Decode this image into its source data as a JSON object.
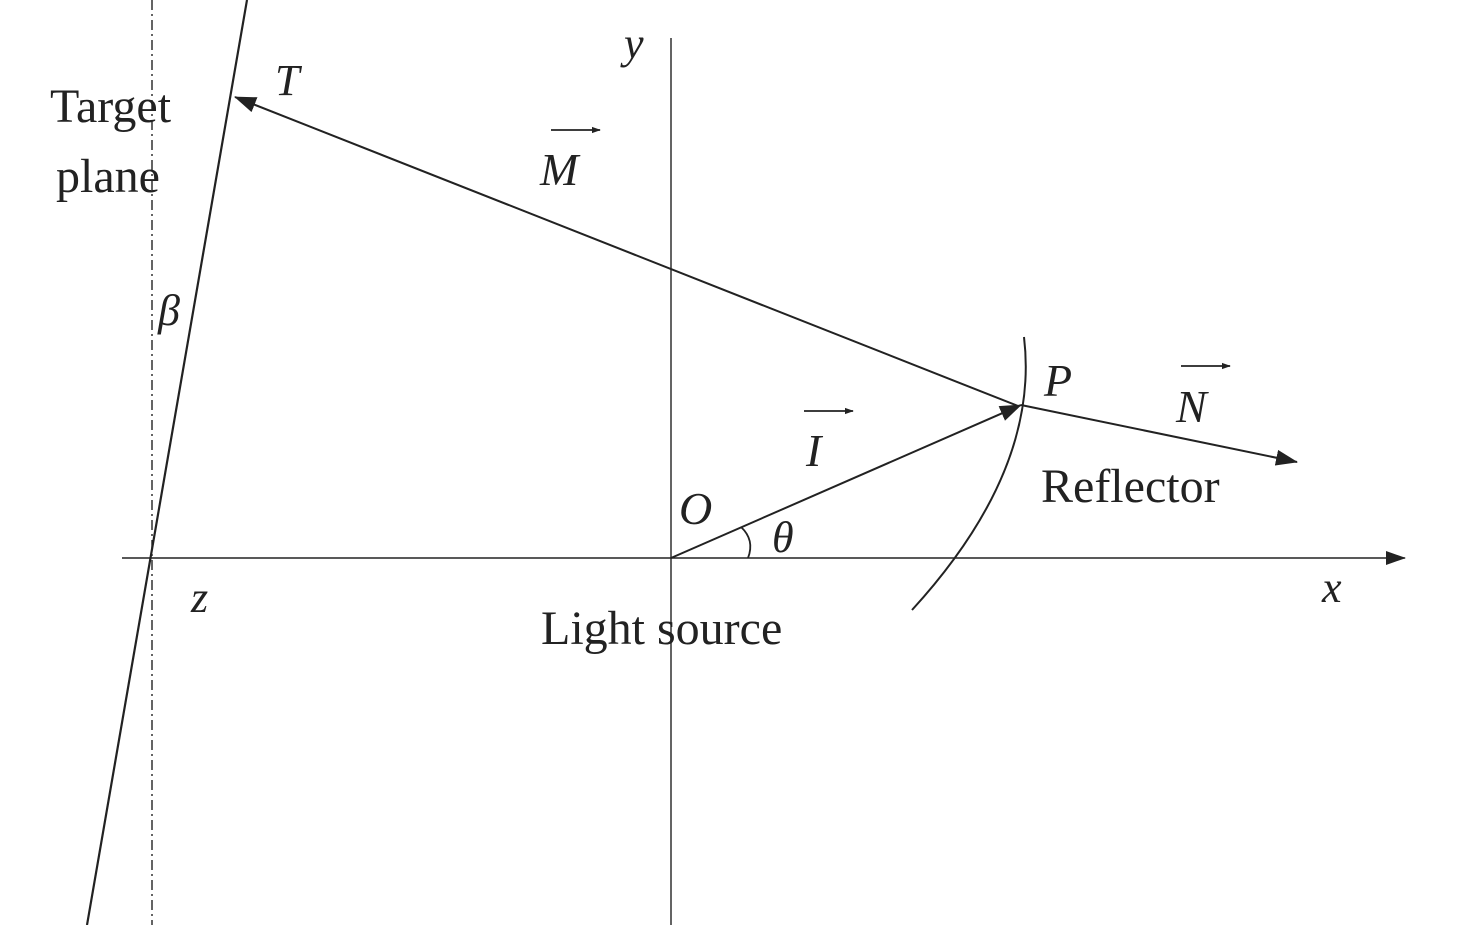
{
  "diagram": {
    "labels": {
      "y_axis": "y",
      "x_axis": "x",
      "z_axis": "z",
      "target_point": "T",
      "target_plane_line1": "Target",
      "target_plane_line2": "plane",
      "vector_m": "M",
      "vector_i": "I",
      "vector_n": "N",
      "point_p": "P",
      "origin": "O",
      "angle_theta": "θ",
      "angle_beta": "β",
      "reflector": "Reflector",
      "light_source": "Light source"
    },
    "colors": {
      "ink": "#222222",
      "background": "#ffffff"
    }
  }
}
